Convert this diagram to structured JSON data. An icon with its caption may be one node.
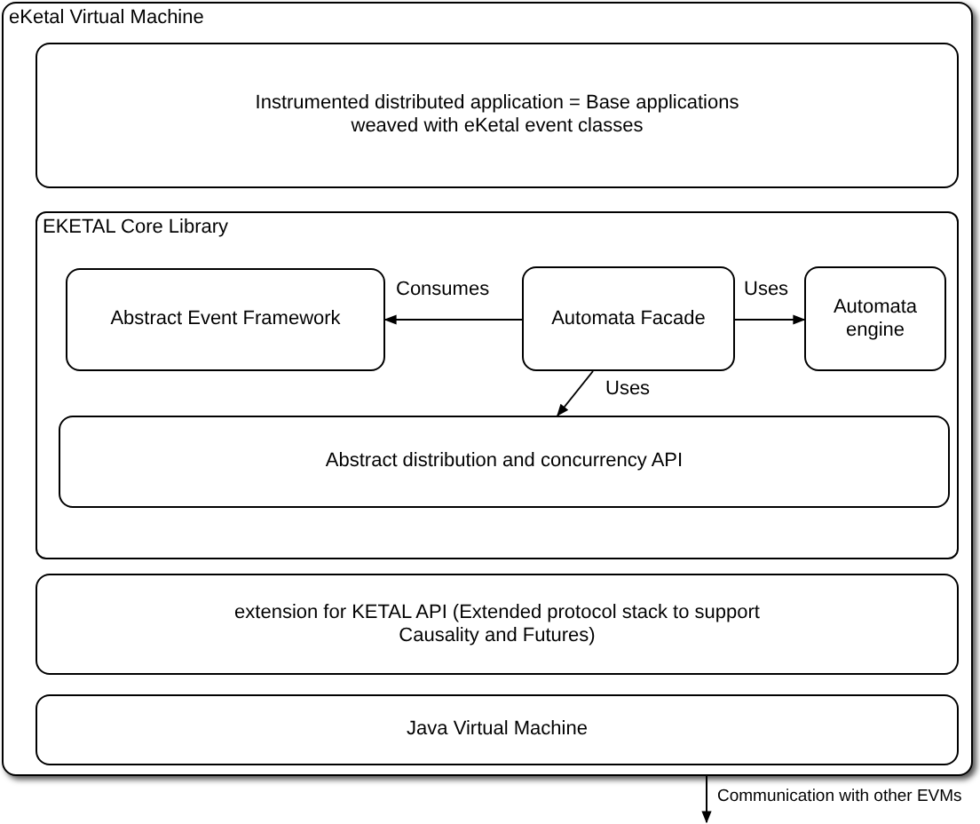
{
  "diagram": {
    "nodes": [
      {
        "text": [
          "eKetal Virtual Machine"
        ]
      },
      {
        "text": [
          "Instrumented distributed application = Base applications weaved with eKetal event classes"
        ],
        "in": 0
      },
      {
        "text": [
          "EKETAL Core Library"
        ],
        "in": 0
      },
      {
        "text": [
          "Abstract Event Framework"
        ],
        "in": 2
      },
      {
        "text": [
          "Automata Facade"
        ],
        "in": 2
      },
      {
        "text": [
          "Automata engine"
        ],
        "in": 2
      },
      {
        "text": [
          "Abstract distribution and concurrency API"
        ],
        "in": 2
      },
      {
        "text": [
          "extension for KETAL API (Extended protocol stack to support Causality and Futures)"
        ],
        "in": 0
      },
      {
        "text": [
          "Java Virtual Machine"
        ],
        "in": 0
      }
    ],
    "edges": [
      {
        "from": 4,
        "to": 3,
        "arrow": "to",
        "label": "Consumes"
      },
      {
        "from": 4,
        "to": 5,
        "arrow": "to",
        "label": "Uses"
      },
      {
        "from": 4,
        "to": 6,
        "arrow": "to",
        "label": "Uses"
      },
      {
        "from": 0,
        "to": null,
        "arrow": "to",
        "label": "Communication with other EVMs"
      }
    ]
  }
}
